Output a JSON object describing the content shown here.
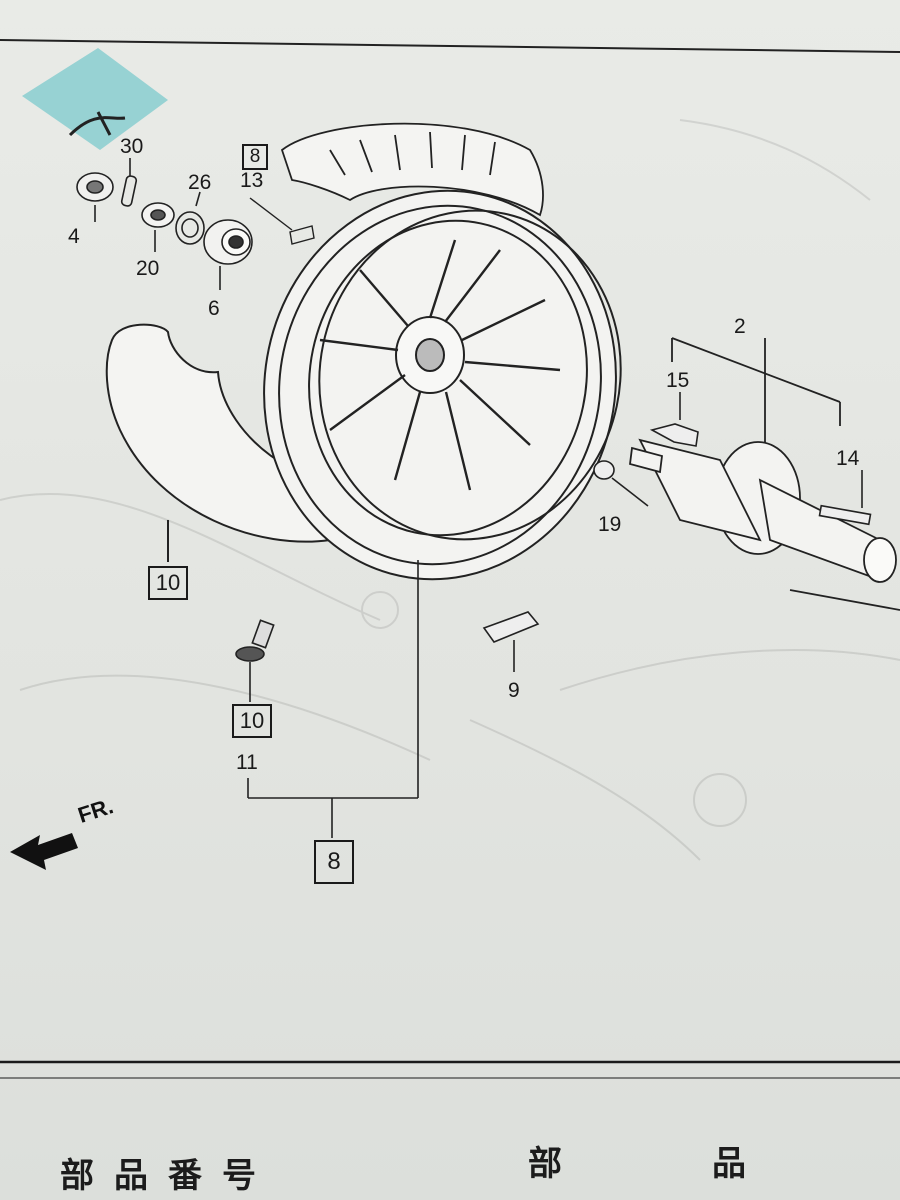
{
  "callouts": {
    "c30": "30",
    "c4": "4",
    "c26": "26",
    "c20": "20",
    "c13": "13",
    "c8_top": "8",
    "c6": "6",
    "c2": "2",
    "c15": "15",
    "c14": "14",
    "c19": "19",
    "c10_box_left": "10",
    "c10_box_valve": "10",
    "c11": "11",
    "c9": "9",
    "c8_bottom": "8"
  },
  "direction_label": "FR.",
  "table_header": {
    "part_number": "部品番号",
    "part_name": "部品"
  },
  "colors": {
    "paper": "#e6e8e4",
    "ink": "#1a1a1a",
    "sticky_note": "#8ecfd0"
  }
}
